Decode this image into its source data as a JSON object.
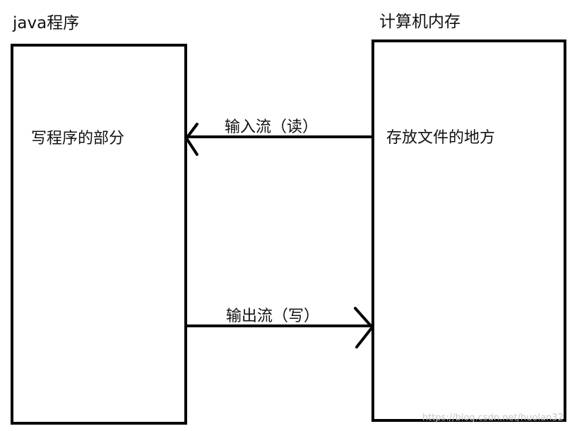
{
  "left_block": {
    "title": "java程序",
    "content": "写程序的部分"
  },
  "right_block": {
    "title": "计算机内存",
    "content": "存放文件的地方"
  },
  "arrows": {
    "input_stream": "输入流（读）",
    "output_stream": "输出流（写）"
  },
  "watermark": "https://blog.csdn.net/huolan32",
  "colors": {
    "stroke": "#000000",
    "text": "#111111",
    "watermark": "#c8c8c8"
  }
}
